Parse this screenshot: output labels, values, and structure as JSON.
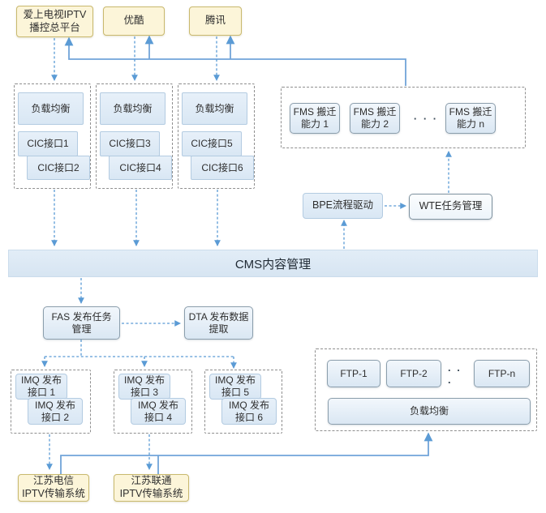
{
  "colors": {
    "source_fill": "#FCF5D9",
    "source_border": "#C9B96E",
    "node_fill": "#DCE9F5",
    "node_border": "#B3CBE1",
    "arrow_blue": "#5B9BD5",
    "group_border": "#8F8F8F",
    "cms_fill": "#DBE8F4"
  },
  "top_sources": [
    {
      "label": "爱上电视IPTV\n播控总平台"
    },
    {
      "label": "优酷"
    },
    {
      "label": "腾讯"
    }
  ],
  "cic_groups": [
    {
      "lb": "负载均衡",
      "ports": [
        "CIC接口1",
        "CIC接口2"
      ]
    },
    {
      "lb": "负载均衡",
      "ports": [
        "CIC接口3",
        "CIC接口4"
      ]
    },
    {
      "lb": "负载均衡",
      "ports": [
        "CIC接口5",
        "CIC接口6"
      ]
    }
  ],
  "fms_group": {
    "items": [
      "FMS 搬迁\n能力 1",
      "FMS 搬迁\n能力 2",
      "FMS 搬迁\n能力 n"
    ],
    "dots": "· · ·"
  },
  "bpe": {
    "label": "BPE流程驱动"
  },
  "wte": {
    "label": "WTE任务管理"
  },
  "cms": {
    "label": "CMS内容管理"
  },
  "fas": {
    "label": "FAS 发布任务\n管理"
  },
  "dta": {
    "label": "DTA 发布数据\n提取"
  },
  "imq_groups": [
    {
      "ports": [
        "IMQ 发布\n接口 1",
        "IMQ 发布\n接口 2"
      ]
    },
    {
      "ports": [
        "IMQ 发布\n接口 3",
        "IMQ 发布\n接口 4"
      ]
    },
    {
      "ports": [
        "IMQ 发布\n接口 5",
        "IMQ 发布\n接口 6"
      ]
    }
  ],
  "ftp_group": {
    "items": [
      "FTP-1",
      "FTP-2",
      "FTP-n"
    ],
    "dots": ". . .",
    "lb": "负载均衡"
  },
  "bottom_targets": [
    {
      "label": "江苏电信\nIPTV传输系统"
    },
    {
      "label": "江苏联通\nIPTV传输系统"
    }
  ]
}
